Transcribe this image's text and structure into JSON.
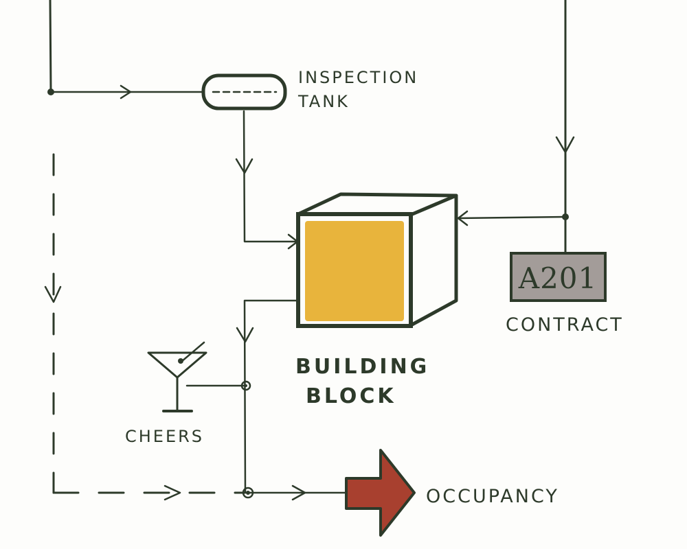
{
  "labels": {
    "inspection_line1": "INSPECTION",
    "inspection_line2": "TANK",
    "building_line1": "BUILDING",
    "building_line2": "BLOCK",
    "contract": "CONTRACT",
    "contract_code": "A201",
    "cheers": "CHEERS",
    "occupancy": "OCCUPANCY"
  },
  "colors": {
    "ink": "#2d3a2a",
    "cube_front_fill": "#e8b43c",
    "contract_box_fill": "#a39c99",
    "arrow_fill": "#a8402f",
    "background": "#fdfdfb"
  },
  "icons": {
    "tank": "tank-icon",
    "cube": "cube-icon",
    "glass": "martini-glass-icon",
    "arrow": "big-arrow-icon",
    "contract": "contract-box-icon"
  }
}
